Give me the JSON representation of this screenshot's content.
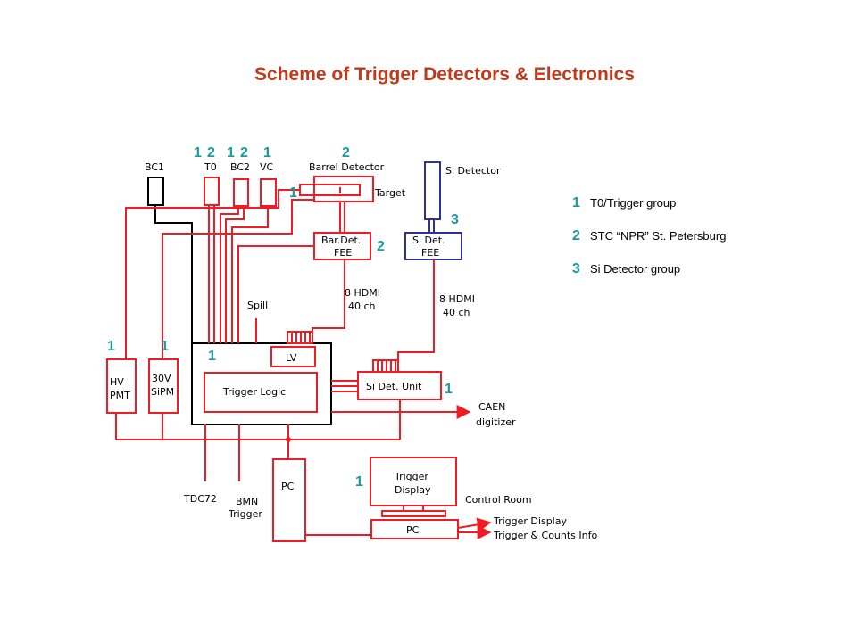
{
  "title": "Scheme of Trigger Detectors & Electronics",
  "labels": {
    "bc1": "BC1",
    "t0": "T0",
    "bc2": "BC2",
    "vc": "VC",
    "barrel": "Barrel Detector",
    "target": "Target",
    "si_detector": "Si Detector",
    "bar_fee_1": "Bar.Det.",
    "bar_fee_2": "FEE",
    "si_fee_1": "Si Det.",
    "si_fee_2": "FEE",
    "hdmi_left_1": "8 HDMI",
    "hdmi_left_2": "40 ch",
    "hdmi_right_1": "8 HDMI",
    "hdmi_right_2": "40 ch",
    "spill": "Spill",
    "lv": "LV",
    "trigger_logic": "Trigger Logic",
    "si_unit": "Si Det. Unit",
    "hv_1": "HV",
    "hv_2": "PMT",
    "sipm_1": "30V",
    "sipm_2": "SiPM",
    "caen_1": "CAEN",
    "caen_2": "digitizer",
    "tdc": "TDC72",
    "bmn_1": "BMN",
    "bmn_2": "Trigger",
    "pc_left": "PC",
    "display_1": "Trigger",
    "display_2": "Display",
    "control_room": "Control Room",
    "pc_right": "PC",
    "out_1": "Trigger Display",
    "out_2": "Trigger & Counts Info"
  },
  "numbers": {
    "t0_a": "1",
    "t0_b": "2",
    "bc2_a": "1",
    "bc2_b": "2",
    "vc": "1",
    "barrel": "2",
    "target": "1",
    "si": "3",
    "bar_fee": "2",
    "hv": "1",
    "sipm": "1",
    "trigger_logic": "1",
    "si_unit": "1",
    "control": "1"
  },
  "legend": [
    {
      "num": "1",
      "text": "T0/Trigger group"
    },
    {
      "num": "2",
      "text": "STC “NPR” St. Petersburg"
    },
    {
      "num": "3",
      "text": "Si Detector group"
    }
  ],
  "colors": {
    "signal": "#ee1c24",
    "si": "#2e3192",
    "numbers": "#1a9aa0",
    "title": "#c0391b"
  }
}
